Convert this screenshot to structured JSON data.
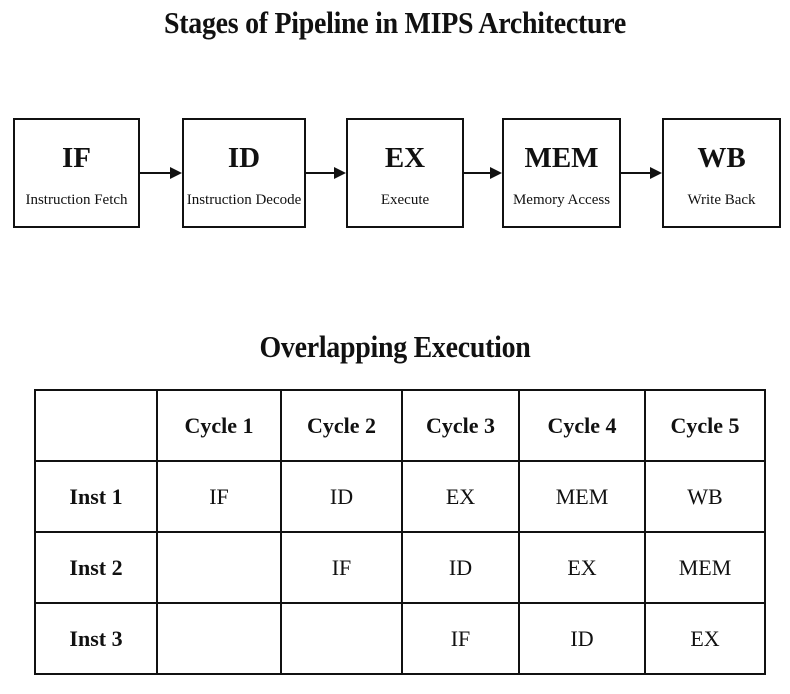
{
  "title": "Stages of Pipeline in MIPS Architecture",
  "stages": [
    {
      "abbr": "IF",
      "name": "Instruction Fetch"
    },
    {
      "abbr": "ID",
      "name": "Instruction Decode"
    },
    {
      "abbr": "EX",
      "name": "Execute"
    },
    {
      "abbr": "MEM",
      "name": "Memory Access"
    },
    {
      "abbr": "WB",
      "name": "Write Back"
    }
  ],
  "table": {
    "title": "Overlapping Execution",
    "corner": "",
    "headers": [
      "Cycle 1",
      "Cycle 2",
      "Cycle 3",
      "Cycle 4",
      "Cycle 5"
    ],
    "rows": [
      {
        "label": "Inst 1",
        "cells": [
          "IF",
          "ID",
          "EX",
          "MEM",
          "WB"
        ]
      },
      {
        "label": "Inst 2",
        "cells": [
          "",
          "IF",
          "ID",
          "EX",
          "MEM"
        ]
      },
      {
        "label": "Inst 3",
        "cells": [
          "",
          "",
          "IF",
          "ID",
          "EX"
        ]
      }
    ]
  }
}
